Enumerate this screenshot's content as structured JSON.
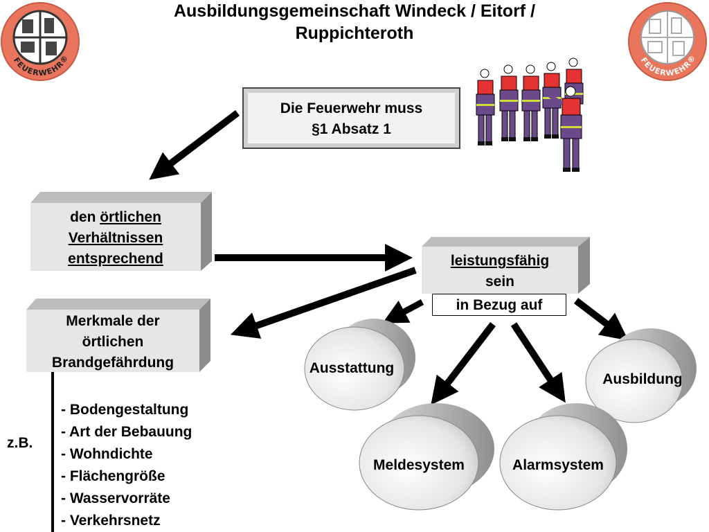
{
  "title": {
    "line1": "Ausbildungsgemeinschaft Windeck / Eitorf /",
    "line2": "Ruppichteroth"
  },
  "logos": {
    "left_text": "FEUERWEHR®",
    "right_text": "FEUERWEHR®"
  },
  "top_box": {
    "line1": "Die Feuerwehr muss",
    "line2": "§1 Absatz 1"
  },
  "left_box": {
    "word1": "den ",
    "word2": "örtlichen",
    "line2": "Verhältnissen",
    "line3": "entsprechend"
  },
  "middle_box": {
    "line1": "leistungsfähig",
    "line2": "sein"
  },
  "in_bezug": "in Bezug auf",
  "merkmale_box": {
    "line1": "Merkmale der",
    "line2": "örtlichen",
    "line3": "Brandgefährdung"
  },
  "zb_label": "z.B.",
  "examples": [
    "- Bodengestaltung",
    "- Art der Bebauung",
    "- Wohndichte",
    "- Flächengröße",
    "- Wasservorräte",
    "- Verkehrsnetz"
  ],
  "circles": {
    "ausstattung": "Ausstattung",
    "ausbildung": "Ausbildung",
    "meldesystem": "Meldesystem",
    "alarmsystem": "Alarmsystem"
  }
}
